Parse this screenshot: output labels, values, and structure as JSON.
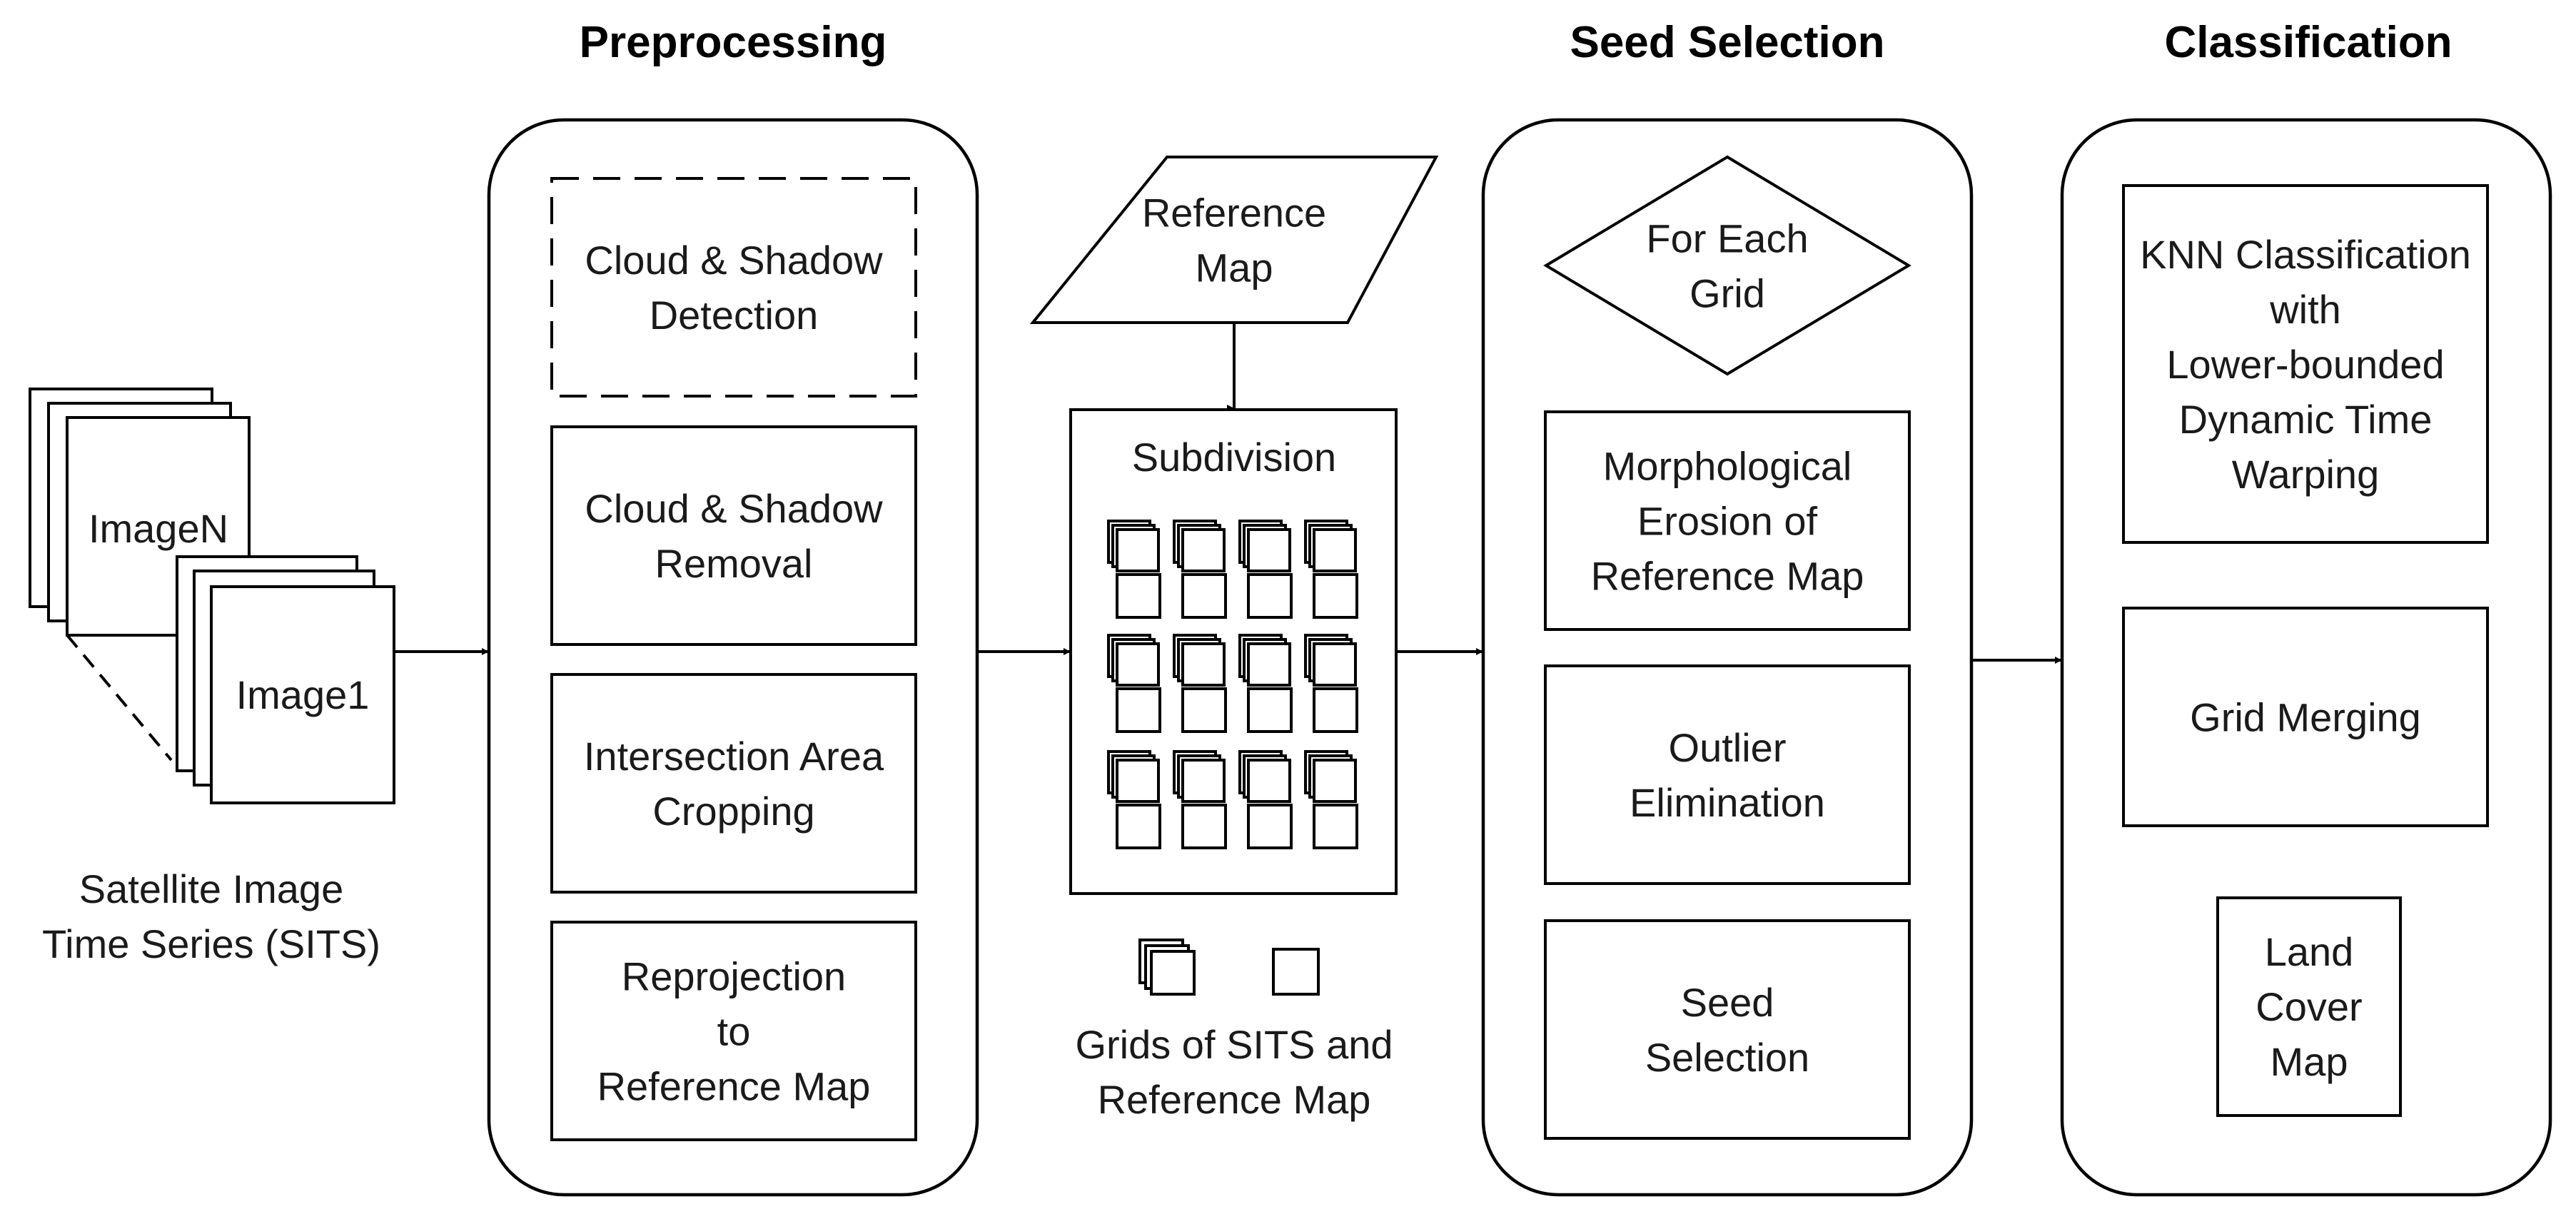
{
  "headings": {
    "preprocessing": "Preprocessing",
    "seed_selection": "Seed Selection",
    "classification": "Classification"
  },
  "sits": {
    "image_top": "ImageN",
    "image_bottom": "Image1",
    "caption_line1": "Satellite Image",
    "caption_line2": "Time Series (SITS)"
  },
  "preprocessing_steps": [
    {
      "lines": [
        "Cloud & Shadow",
        "Detection"
      ],
      "style": "dashed"
    },
    {
      "lines": [
        "Cloud & Shadow",
        "Removal"
      ],
      "style": "solid"
    },
    {
      "lines": [
        "Intersection Area",
        "Cropping"
      ],
      "style": "solid"
    },
    {
      "lines": [
        "Reprojection",
        "to",
        "Reference Map"
      ],
      "style": "solid"
    }
  ],
  "reference_map": {
    "lines": [
      "Reference",
      "Map"
    ]
  },
  "subdivision": {
    "title": "Subdivision",
    "legend_line1": "Grids of SITS and",
    "legend_line2": "Reference Map"
  },
  "seed_selection_steps": {
    "decision": [
      "For Each",
      "Grid"
    ],
    "boxes": [
      [
        "Morphological",
        "Erosion of",
        "Reference Map"
      ],
      [
        "Outlier",
        "Elimination"
      ],
      [
        "Seed",
        "Selection"
      ]
    ]
  },
  "classification_steps": {
    "boxes": [
      [
        "KNN Classification",
        "with",
        "Lower-bounded",
        "Dynamic Time",
        "Warping"
      ],
      [
        "Grid Merging"
      ]
    ],
    "output": [
      "Land",
      "Cover",
      "Map"
    ]
  }
}
